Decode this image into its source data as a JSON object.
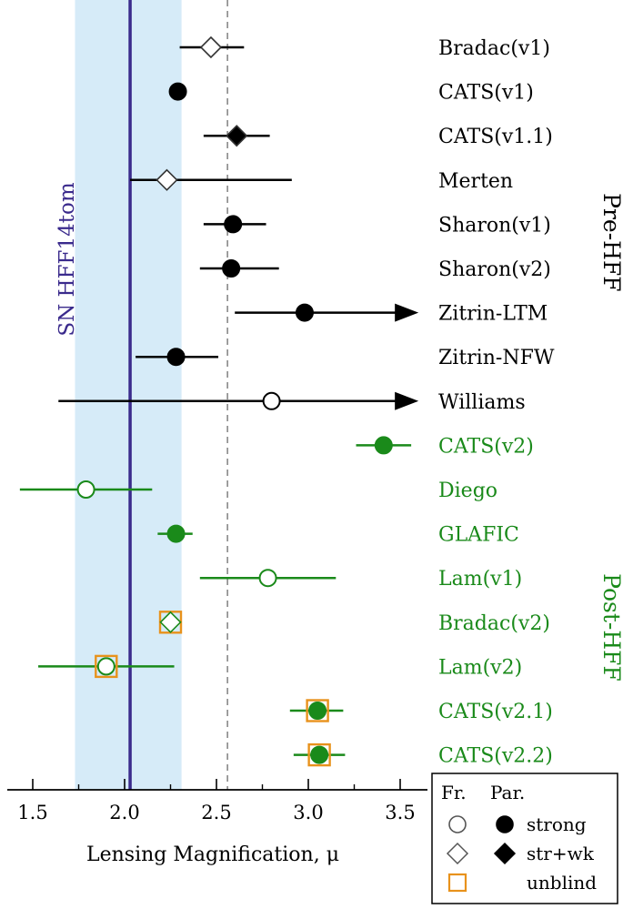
{
  "chart_data": {
    "type": "scatter",
    "xlabel": "Lensing Magnification, μ",
    "xlim": [
      1.35,
      3.6
    ],
    "xticks": [
      1.5,
      2.0,
      2.5,
      3.0,
      3.5
    ],
    "xtick_labels": [
      "1.5",
      "2.0",
      "2.5",
      "3.0",
      "3.5"
    ],
    "grid": false,
    "observed": {
      "label": "SN HFF14tom",
      "value": 2.03,
      "band": [
        1.73,
        2.31
      ]
    },
    "reference_line": 2.56,
    "groups": [
      {
        "label": "Pre-HFF",
        "color": "#000000"
      },
      {
        "label": "Post-HFF",
        "color": "#1a8a1a"
      }
    ],
    "models": [
      {
        "name": "Bradac(v1)",
        "group": 0,
        "value": 2.47,
        "low": 2.3,
        "high": 2.65,
        "marker": "diamond",
        "filled": false,
        "unblind": false,
        "arrow": false
      },
      {
        "name": "CATS(v1)",
        "group": 0,
        "value": 2.29,
        "low": 2.29,
        "high": 2.29,
        "marker": "circle",
        "filled": true,
        "unblind": false,
        "arrow": false
      },
      {
        "name": "CATS(v1.1)",
        "group": 0,
        "value": 2.61,
        "low": 2.43,
        "high": 2.79,
        "marker": "diamond",
        "filled": true,
        "unblind": false,
        "arrow": false
      },
      {
        "name": "Merten",
        "group": 0,
        "value": 2.23,
        "low": 2.03,
        "high": 2.91,
        "marker": "diamond",
        "filled": false,
        "unblind": false,
        "arrow": false
      },
      {
        "name": "Sharon(v1)",
        "group": 0,
        "value": 2.59,
        "low": 2.43,
        "high": 2.77,
        "marker": "circle",
        "filled": true,
        "unblind": false,
        "arrow": false
      },
      {
        "name": "Sharon(v2)",
        "group": 0,
        "value": 2.58,
        "low": 2.41,
        "high": 2.84,
        "marker": "circle",
        "filled": true,
        "unblind": false,
        "arrow": false
      },
      {
        "name": "Zitrin-LTM",
        "group": 0,
        "value": 2.98,
        "low": 2.6,
        "high": 3.58,
        "marker": "circle",
        "filled": true,
        "unblind": false,
        "arrow": true
      },
      {
        "name": "Zitrin-NFW",
        "group": 0,
        "value": 2.28,
        "low": 2.06,
        "high": 2.51,
        "marker": "circle",
        "filled": true,
        "unblind": false,
        "arrow": false
      },
      {
        "name": "Williams",
        "group": 0,
        "value": 2.8,
        "low": 1.64,
        "high": 3.58,
        "marker": "circle",
        "filled": false,
        "unblind": false,
        "arrow": true
      },
      {
        "name": "CATS(v2)",
        "group": 1,
        "value": 3.41,
        "low": 3.26,
        "high": 3.56,
        "marker": "circle",
        "filled": true,
        "unblind": false,
        "arrow": false
      },
      {
        "name": "Diego",
        "group": 1,
        "value": 1.79,
        "low": 1.43,
        "high": 2.15,
        "marker": "circle",
        "filled": false,
        "unblind": false,
        "arrow": false
      },
      {
        "name": "GLAFIC",
        "group": 1,
        "value": 2.28,
        "low": 2.18,
        "high": 2.37,
        "marker": "circle",
        "filled": true,
        "unblind": false,
        "arrow": false
      },
      {
        "name": "Lam(v1)",
        "group": 1,
        "value": 2.78,
        "low": 2.41,
        "high": 3.15,
        "marker": "circle",
        "filled": false,
        "unblind": false,
        "arrow": false
      },
      {
        "name": "Bradac(v2)",
        "group": 1,
        "value": 2.25,
        "low": 2.25,
        "high": 2.25,
        "marker": "diamond",
        "filled": false,
        "unblind": true,
        "arrow": false
      },
      {
        "name": "Lam(v2)",
        "group": 1,
        "value": 1.9,
        "low": 1.53,
        "high": 2.27,
        "marker": "circle",
        "filled": false,
        "unblind": true,
        "arrow": false
      },
      {
        "name": "CATS(v2.1)",
        "group": 1,
        "value": 3.05,
        "low": 2.9,
        "high": 3.19,
        "marker": "circle",
        "filled": true,
        "unblind": true,
        "arrow": false
      },
      {
        "name": "CATS(v2.2)",
        "group": 1,
        "value": 3.06,
        "low": 2.92,
        "high": 3.2,
        "marker": "circle",
        "filled": true,
        "unblind": true,
        "arrow": false
      }
    ],
    "legend": {
      "position": "bottom-right",
      "header_free": "Fr.",
      "header_parametric": "Par.",
      "rows": [
        {
          "label": "strong",
          "marker": "circle"
        },
        {
          "label": "str+wk",
          "marker": "diamond"
        },
        {
          "label": "unblind",
          "marker": "square"
        }
      ]
    },
    "colors": {
      "pre": "#000000",
      "post": "#1a8a1a",
      "band": "#d6ebf8",
      "observed": "#3a2a8c",
      "unblind": "#e8921c",
      "dashed": "#888888"
    }
  }
}
